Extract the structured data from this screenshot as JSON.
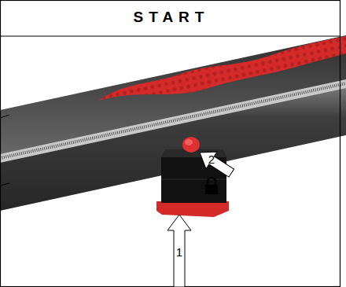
{
  "diagram": {
    "title": "START",
    "labels": [
      "1",
      "2"
    ]
  }
}
